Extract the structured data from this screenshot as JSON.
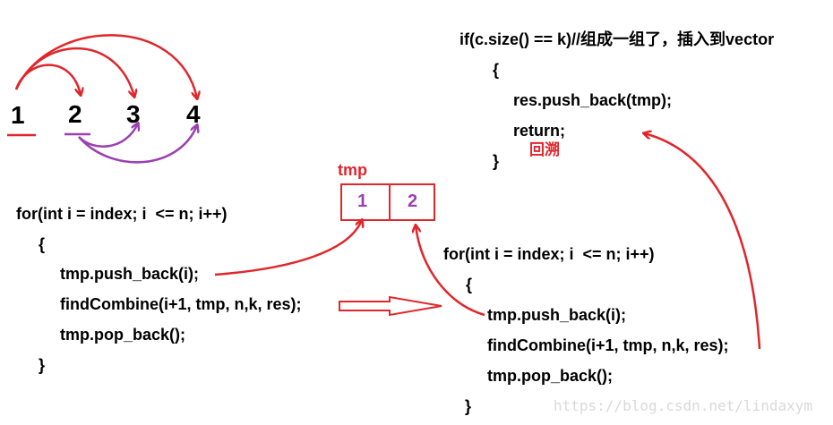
{
  "numbers": [
    "1",
    "2",
    "3",
    "4"
  ],
  "tmp": {
    "label": "tmp",
    "cells": [
      "1",
      "2"
    ]
  },
  "left_code": [
    "for(int i = index; i  <= n; i++)",
    "{",
    "tmp.push_back(i);",
    "findCombine(i+1, tmp, n,k, res);",
    "tmp.pop_back();",
    "}"
  ],
  "right_code": [
    "for(int i = index; i  <= n; i++)",
    "{",
    "tmp.push_back(i);",
    "findCombine(i+1, tmp, n,k, res);",
    "tmp.pop_back();",
    "}"
  ],
  "top_code": [
    "if(c.size() == k)//组成一组了，插入到vector",
    "{",
    "res.push_back(tmp);",
    "return;",
    "}"
  ],
  "backtrack_label": "回溯",
  "watermark": "https://blog.csdn.net/lindaxym",
  "colors": {
    "red": "#e0262b",
    "purple": "#9b3fb1"
  }
}
